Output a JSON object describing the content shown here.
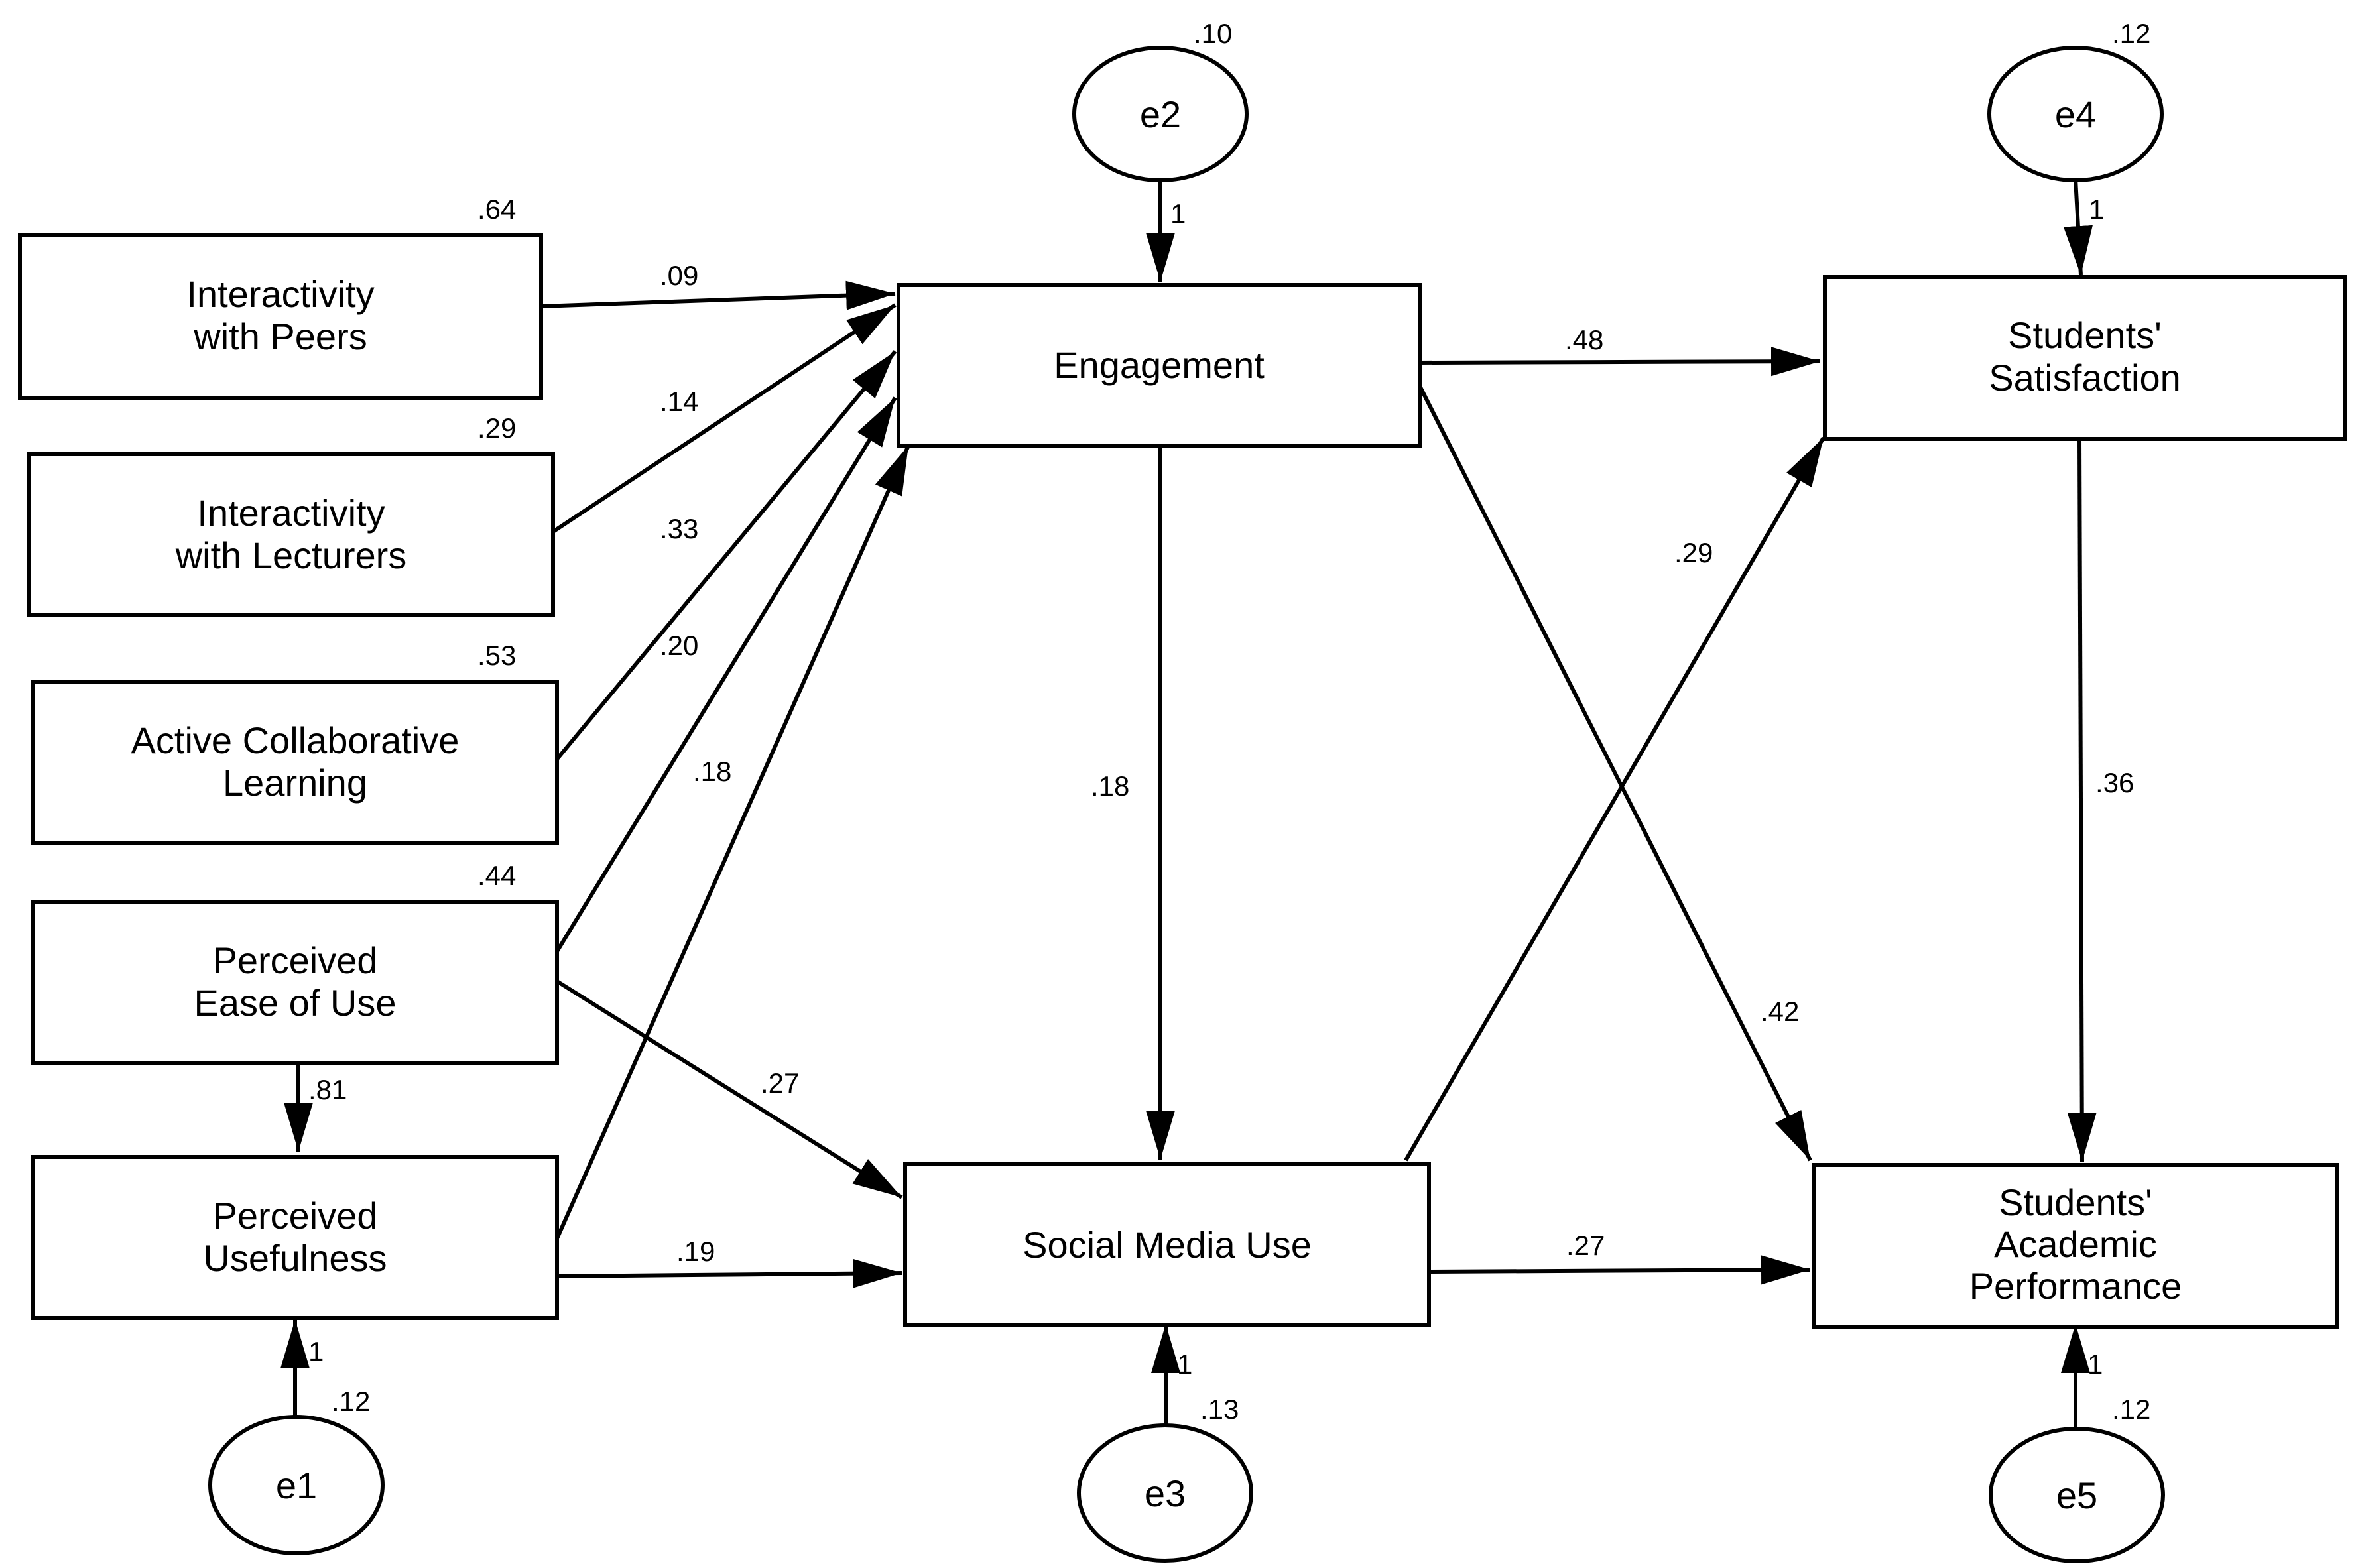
{
  "nodes": {
    "peers": {
      "lines": [
        "Interactivity",
        "with Peers"
      ],
      "variance": ".64"
    },
    "lecturers": {
      "lines": [
        "Interactivity",
        "with Lecturers"
      ],
      "variance": ".29"
    },
    "active": {
      "lines": [
        "Active Collaborative",
        "Learning"
      ],
      "variance": ".53"
    },
    "ease": {
      "lines": [
        "Perceived",
        "Ease of Use"
      ],
      "variance": ".44"
    },
    "useful": {
      "lines": [
        "Perceived",
        "Usefulness"
      ]
    },
    "engagement": {
      "lines": [
        "Engagement"
      ]
    },
    "social": {
      "lines": [
        "Social Media Use"
      ]
    },
    "satisfaction": {
      "lines": [
        "Students'",
        "Satisfaction"
      ]
    },
    "performance": {
      "lines": [
        "Students'",
        "Academic",
        "Performance"
      ]
    }
  },
  "errors": {
    "e1": {
      "label": "e1",
      "variance": ".12",
      "weight": "1"
    },
    "e2": {
      "label": "e2",
      "variance": ".10",
      "weight": "1"
    },
    "e3": {
      "label": "e3",
      "variance": ".13",
      "weight": "1"
    },
    "e4": {
      "label": "e4",
      "variance": ".12",
      "weight": "1"
    },
    "e5": {
      "label": "e5",
      "variance": ".12",
      "weight": "1"
    }
  },
  "paths": {
    "peers_engagement": ".09",
    "lecturers_engagement": ".14",
    "active_engagement": ".33",
    "ease_engagement": ".20",
    "useful_engagement": ".18",
    "ease_useful": ".81",
    "ease_social": ".27",
    "useful_social": ".19",
    "engagement_social": ".18",
    "engagement_satisfaction": ".48",
    "engagement_performance": ".42",
    "social_satisfaction": ".29",
    "social_performance": ".27",
    "satisfaction_performance": ".36"
  }
}
